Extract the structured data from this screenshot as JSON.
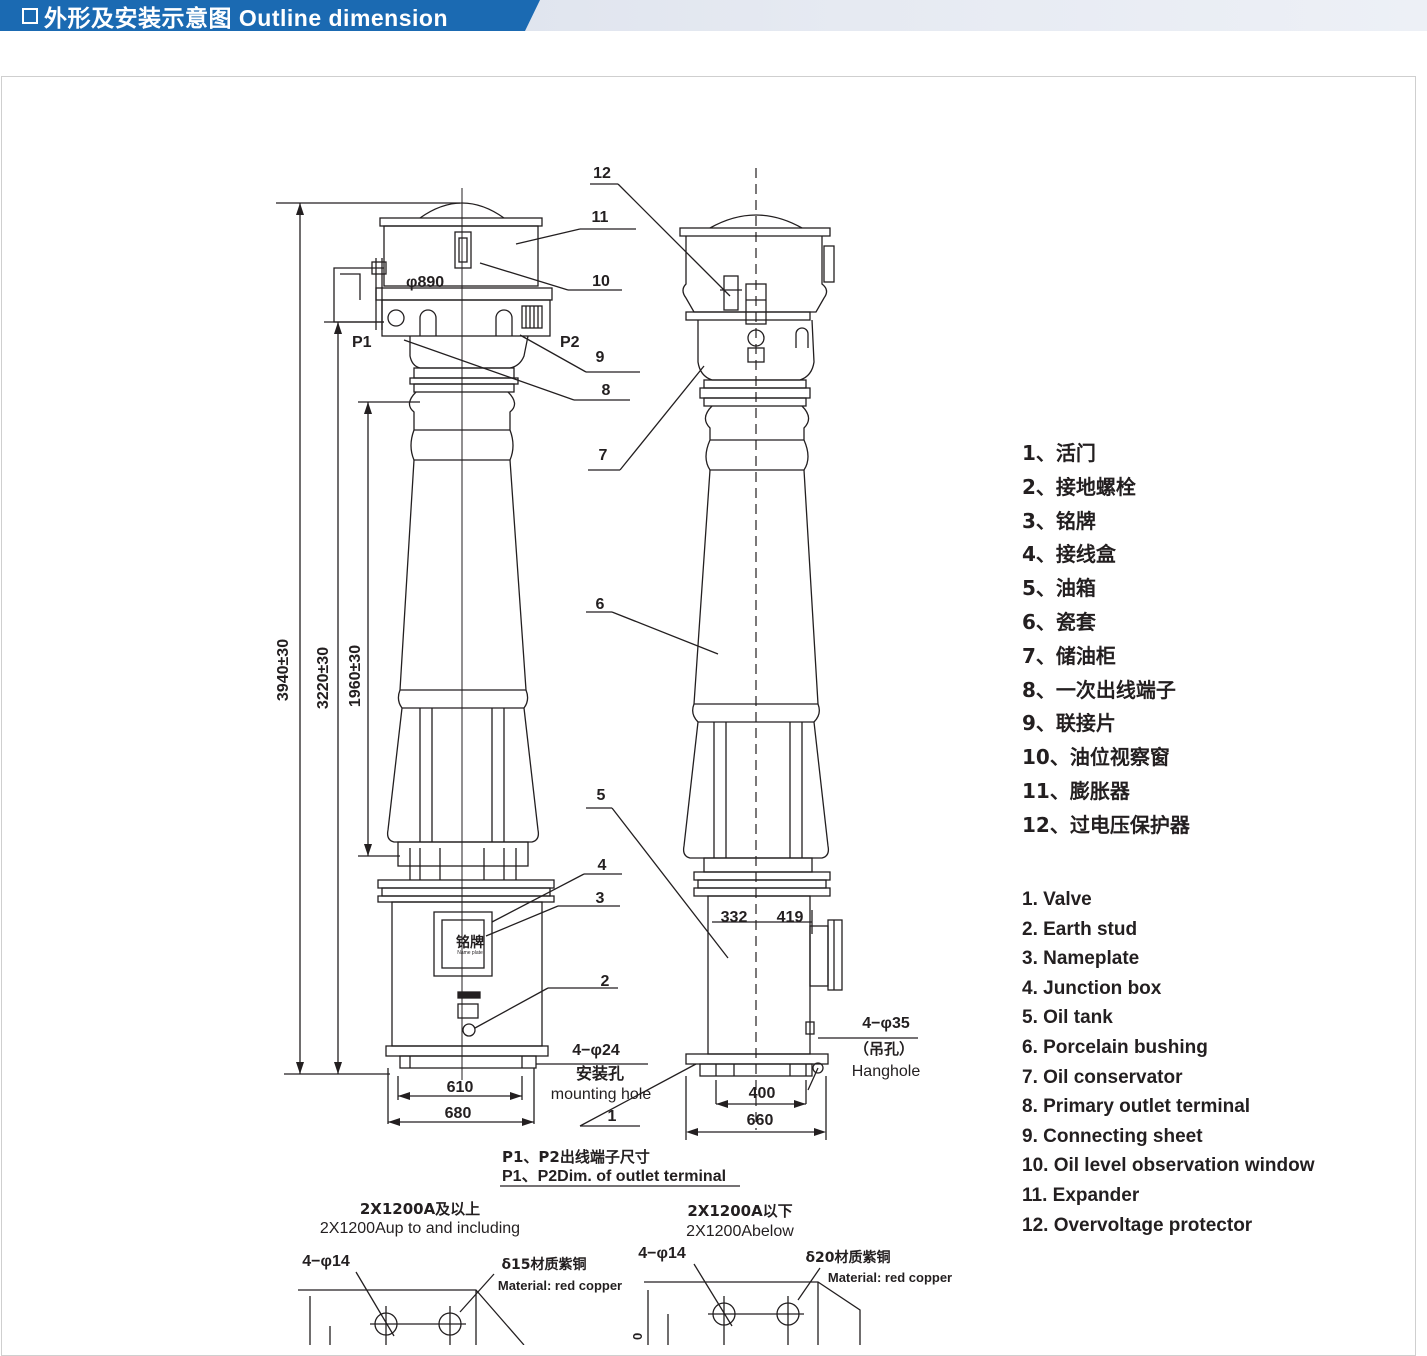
{
  "header": {
    "title": "外形及安装示意图 Outline dimension"
  },
  "drawing": {
    "callouts": [
      "12",
      "11",
      "10",
      "9",
      "8",
      "7",
      "6",
      "5",
      "4",
      "3",
      "2",
      "1"
    ],
    "dims": {
      "overall_height": "3940±30",
      "mid_height": "3220±30",
      "bushing_height": "1960±30",
      "phi890": "φ890",
      "p1": "P1",
      "p2": "P2",
      "mount_holes": "4−φ24",
      "mount_cn": "安装孔",
      "mount_en": "mounting hole",
      "base_inner": "610",
      "base_outer": "680",
      "off_left": "332",
      "off_right": "419",
      "hang_holes": "4−φ35",
      "hang_cn": "（吊孔）",
      "hang_en": "Hanghole",
      "base2_inner": "400",
      "base2_outer": "660",
      "nameplate_cn": "铭牌",
      "nameplate_en": "Name plate"
    },
    "terminal": {
      "title_cn": "P1、P2出线端子尺寸",
      "title_en": "P1、P2Dim. of outlet terminal",
      "a_cn": "2X1200A及以上",
      "a_en": "2X1200Aup to and including",
      "a_holes": "4−φ14",
      "a_mat_cn": "δ15材质紫铜",
      "a_mat_en": "Material: red copper",
      "b_cn": "2X1200A以下",
      "b_en": "2X1200Abelow",
      "b_holes": "4−φ14",
      "b_mat_cn": "δ20材质紫铜",
      "b_mat_en": "Material: red copper",
      "b_dim_partial": "0"
    }
  },
  "legend_cn": [
    "1、活门",
    "2、接地螺栓",
    "3、铭牌",
    "4、接线盒",
    "5、油箱",
    "6、瓷套",
    "7、储油柜",
    "8、一次出线端子",
    "9、联接片",
    "10、油位视察窗",
    "11、膨胀器",
    "12、过电压保护器"
  ],
  "legend_en": [
    "1. Valve",
    "2. Earth stud",
    "3. Nameplate",
    "4. Junction box",
    "5. Oil tank",
    "6. Porcelain bushing",
    "7. Oil conservator",
    "8. Primary outlet terminal",
    "9. Connecting sheet",
    "10. Oil level observation window",
    "11. Expander",
    "12. Overvoltage protector"
  ]
}
